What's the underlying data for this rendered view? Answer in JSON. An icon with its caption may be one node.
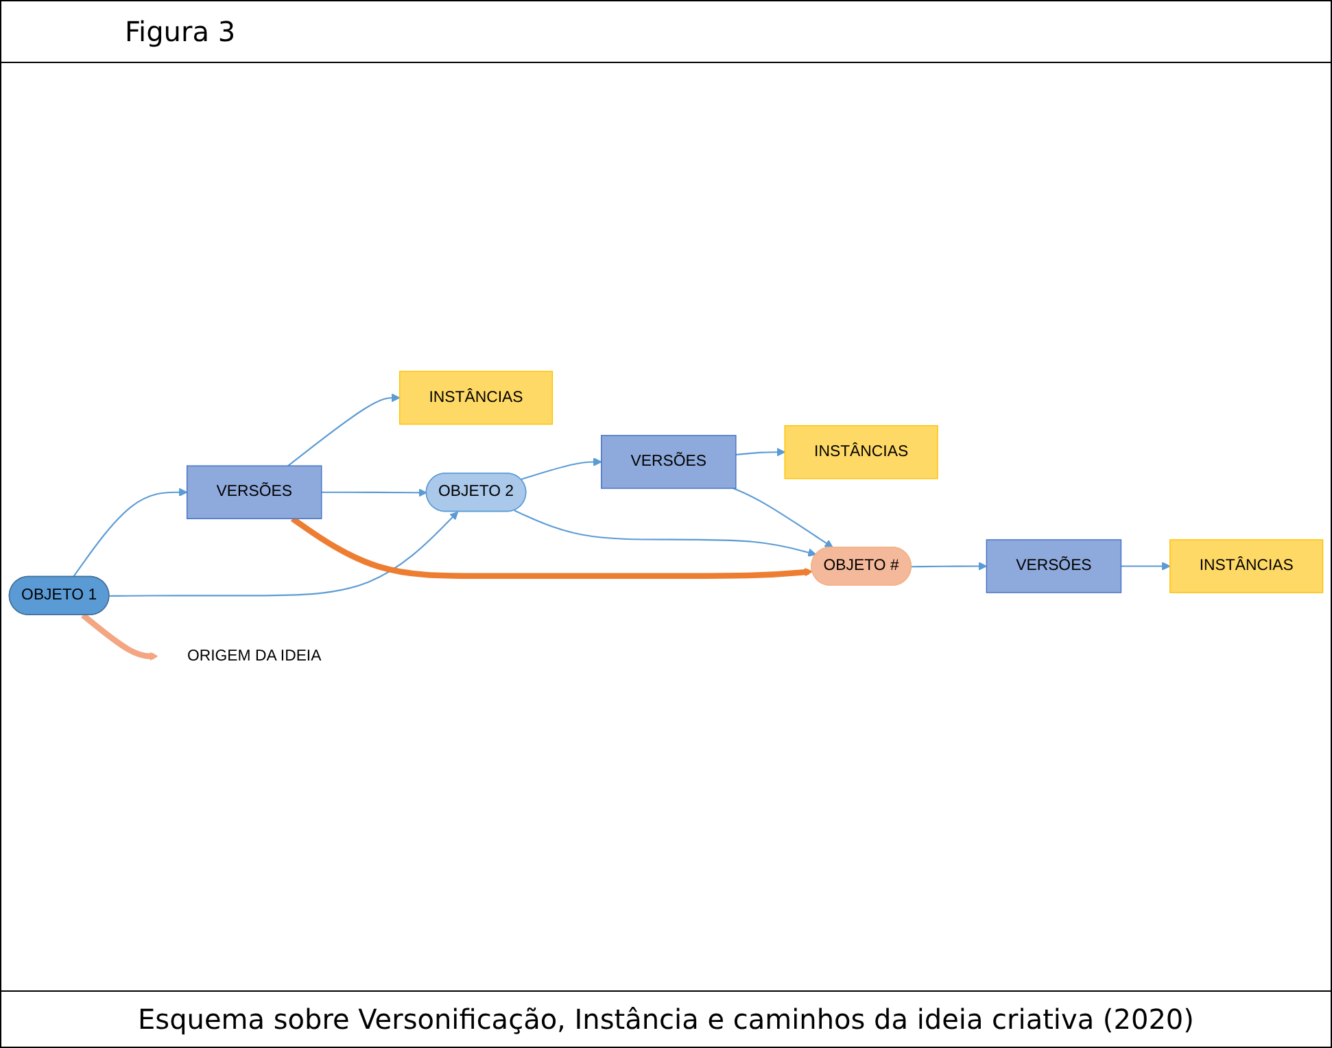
{
  "diagram": {
    "title": "Figura 3",
    "caption": "Esquema sobre Versonificação, Instância e caminhos da ideia criativa (2020)",
    "nodes": [
      {
        "text": [
          "OBJETO 1"
        ]
      },
      {
        "text": [
          "VERSÕES"
        ]
      },
      {
        "text": [
          "INSTÂNCIAS"
        ]
      },
      {
        "text": [
          "OBJETO 2"
        ]
      },
      {
        "text": [
          "VERSÕES"
        ]
      },
      {
        "text": [
          "INSTÂNCIAS"
        ]
      },
      {
        "text": [
          "OBJETO #"
        ]
      },
      {
        "text": [
          "VERSÕES"
        ]
      },
      {
        "text": [
          "INSTÂNCIAS"
        ]
      },
      {
        "text": [
          "ORIGEM DA IDEIA"
        ]
      }
    ],
    "edges": [
      {
        "from": 0,
        "to": 1,
        "arrow": "to"
      },
      {
        "from": 1,
        "to": 2,
        "arrow": "to"
      },
      {
        "from": 1,
        "to": 3,
        "arrow": "to"
      },
      {
        "from": 0,
        "to": 3,
        "arrow": "to"
      },
      {
        "from": 1,
        "to": 6,
        "arrow": "to",
        "style": "thick",
        "color": "#ed7d31"
      },
      {
        "from": 3,
        "to": 4,
        "arrow": "to"
      },
      {
        "from": 3,
        "to": 6,
        "arrow": "to"
      },
      {
        "from": 4,
        "to": 5,
        "arrow": "to"
      },
      {
        "from": 4,
        "to": 6,
        "arrow": "to"
      },
      {
        "from": 6,
        "to": 7,
        "arrow": "to"
      },
      {
        "from": 7,
        "to": 8,
        "arrow": "to"
      },
      {
        "from": 0,
        "to": 9,
        "arrow": "to",
        "style": "thick",
        "color": "#f4a582"
      }
    ]
  }
}
